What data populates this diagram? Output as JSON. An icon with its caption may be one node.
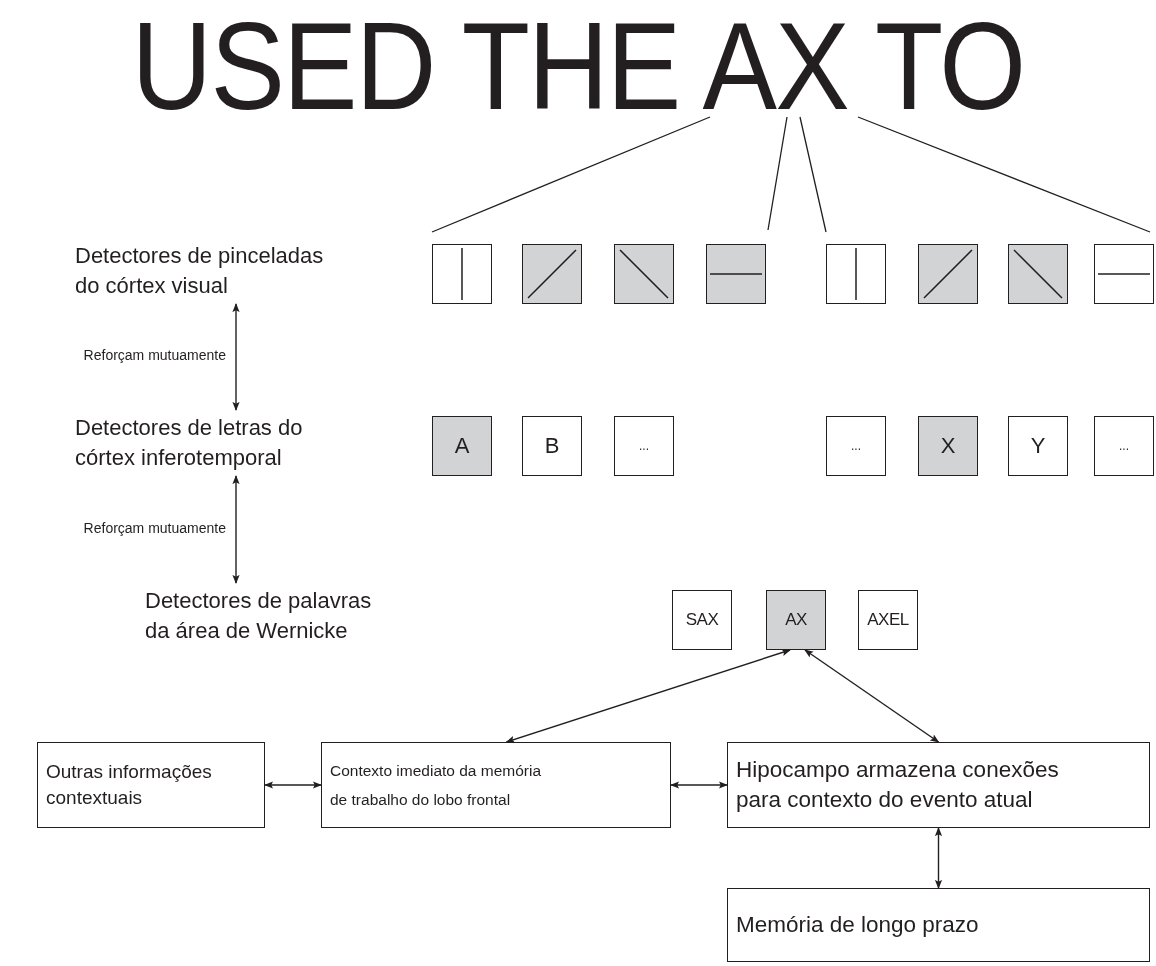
{
  "diagram": {
    "title": "USED THE AX TO",
    "nodes": [
      {
        "text": [
          "Detectores de pinceladas do córtex visual"
        ]
      },
      {
        "text": [
          "Detectores de letras do córtex inferotemporal"
        ]
      },
      {
        "text": [
          "Detectores de palavras da área de Wernicke"
        ]
      },
      {
        "text": [],
        "shape": "box"
      },
      {
        "text": [],
        "shape": "box"
      },
      {
        "text": [],
        "shape": "box"
      },
      {
        "text": [],
        "shape": "box"
      },
      {
        "text": [],
        "shape": "box"
      },
      {
        "text": [],
        "shape": "box"
      },
      {
        "text": [],
        "shape": "box"
      },
      {
        "text": [],
        "shape": "box"
      },
      {
        "text": [
          "A"
        ]
      },
      {
        "text": [
          "B"
        ]
      },
      {
        "text": [
          "..."
        ]
      },
      {
        "text": [
          "..."
        ]
      },
      {
        "text": [
          "X"
        ]
      },
      {
        "text": [
          "Y"
        ]
      },
      {
        "text": [
          "..."
        ]
      },
      {
        "text": [
          "SAX"
        ]
      },
      {
        "text": [
          "AX"
        ]
      },
      {
        "text": [
          "AXEL"
        ]
      },
      {
        "text": [
          "Outras informações contextuais"
        ]
      },
      {
        "text": [
          "Contexto imediato da memória de trabalho do lobo frontal"
        ]
      },
      {
        "text": [
          "Hipocampo armazena conexões para contexto do evento atual"
        ]
      },
      {
        "text": [
          "Memória de longo prazo"
        ]
      }
    ],
    "edges": [
      {
        "from": 0,
        "to": 1,
        "arrow": "both",
        "label": "Reforçam mutuamente"
      },
      {
        "from": 1,
        "to": 2,
        "arrow": "both",
        "label": "Reforçam mutuamente"
      },
      {
        "from": 19,
        "to": 22,
        "arrow": "both"
      },
      {
        "from": 19,
        "to": 23,
        "arrow": "both"
      },
      {
        "from": 21,
        "to": 22,
        "arrow": "both"
      },
      {
        "from": 22,
        "to": 23,
        "arrow": "both"
      },
      {
        "from": 23,
        "to": 24,
        "arrow": "both"
      }
    ]
  }
}
